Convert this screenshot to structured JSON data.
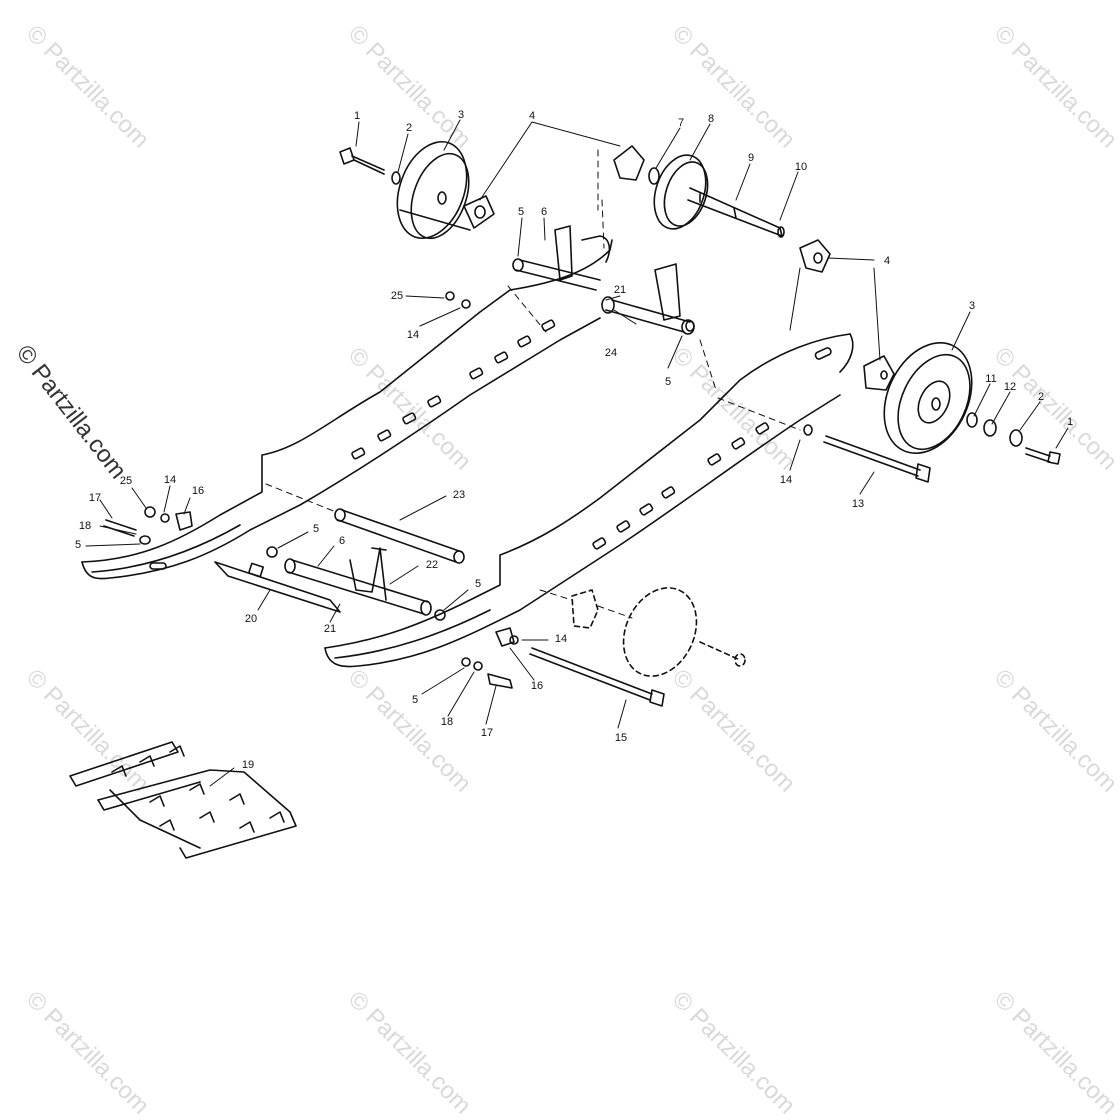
{
  "watermark": "© Partzilla.com",
  "side_watermark": "© Partzilla.com",
  "callouts": {
    "c1a": "1",
    "c2a": "2",
    "c3a": "3",
    "c4a": "4",
    "c5a": "5",
    "c6a": "6",
    "c7": "7",
    "c8": "8",
    "c9": "9",
    "c10": "10",
    "c4b": "4",
    "c3b": "3",
    "c11": "11",
    "c12": "12",
    "c2b": "2",
    "c1b": "1",
    "c21a": "21",
    "c24": "24",
    "c5b": "5",
    "c25a": "25",
    "c14a": "14",
    "c14b": "14",
    "c13": "13",
    "c25b": "25",
    "c14c": "14",
    "c16a": "16",
    "c17a": "17",
    "c18a": "18",
    "c5c": "5",
    "c23": "23",
    "c5d": "5",
    "c6b": "6",
    "c22": "22",
    "c5e": "5",
    "c20": "20",
    "c21b": "21",
    "c14d": "14",
    "c16b": "16",
    "c5f": "5",
    "c18b": "18",
    "c17b": "17",
    "c15": "15",
    "c19": "19"
  },
  "colors": {
    "line": "#111111",
    "watermark": "#d9d9d9"
  }
}
